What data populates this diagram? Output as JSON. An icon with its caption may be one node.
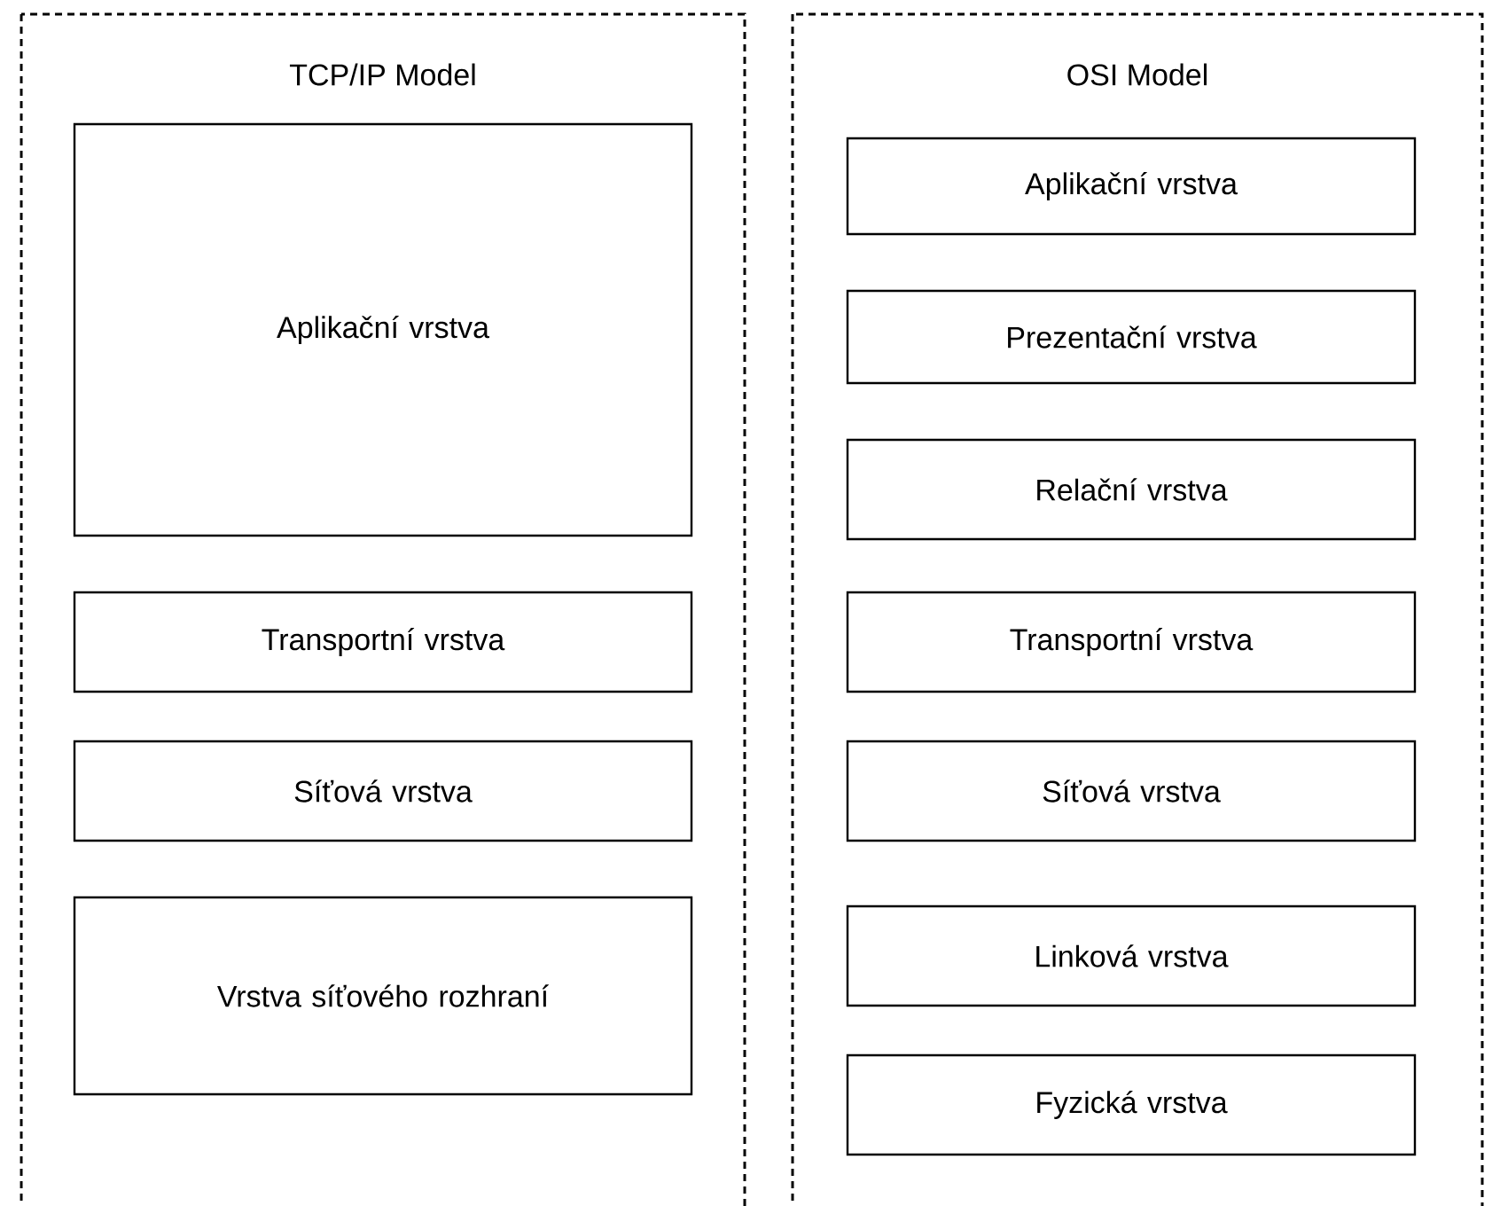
{
  "diagram": {
    "nodes": [
      {
        "text": [
          "TCP/IP Model"
        ]
      },
      {
        "text": [
          "Aplikační vrstva"
        ],
        "in": 0
      },
      {
        "text": [
          "Transportní vrstva"
        ],
        "in": 0
      },
      {
        "text": [
          "Síťová vrstva"
        ],
        "in": 0
      },
      {
        "text": [
          "Vrstva síťového rozhraní"
        ],
        "in": 0
      },
      {
        "text": [
          "OSI Model"
        ]
      },
      {
        "text": [
          "Aplikační vrstva"
        ],
        "in": 5
      },
      {
        "text": [
          "Prezentační vrstva"
        ],
        "in": 5
      },
      {
        "text": [
          "Relační vrstva"
        ],
        "in": 5
      },
      {
        "text": [
          "Transportní vrstva"
        ],
        "in": 5
      },
      {
        "text": [
          "Síťová vrstva"
        ],
        "in": 5
      },
      {
        "text": [
          "Linková vrstva"
        ],
        "in": 5
      },
      {
        "text": [
          "Fyzická vrstva"
        ],
        "in": 5
      }
    ]
  }
}
